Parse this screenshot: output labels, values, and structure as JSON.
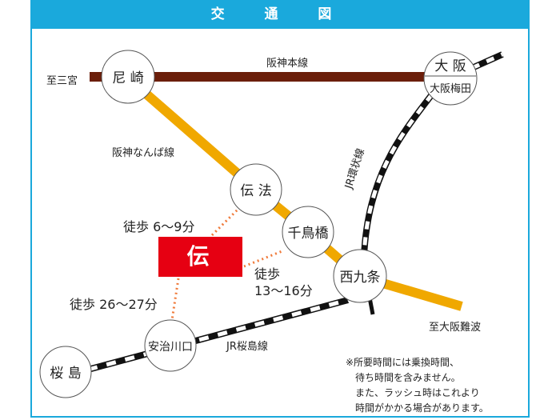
{
  "header": {
    "title": "交 通 図"
  },
  "lines": {
    "hanshin_main": "阪神本線",
    "hanshin_namba": "阪神なんば線",
    "jr_loop": "JR環状線",
    "jr_sakurajima": "JR桜島線"
  },
  "directions": {
    "to_sannomiya": "至三宮",
    "to_osaka_namba": "至大阪難波"
  },
  "stations": {
    "amagasaki": "尼 崎",
    "osaka": "大 阪",
    "osaka_umeda": "大阪梅田",
    "denpo": "伝 法",
    "chidoribashi": "千鳥橋",
    "nishikujo": "西九条",
    "ajikawaguchi": "安治川口",
    "sakurajima": "桜 島"
  },
  "destination": "伝 法",
  "walk_times": {
    "from_denpo": "徒歩 6〜9分",
    "from_chidoribashi_1": "徒歩",
    "from_chidoribashi_2": "13〜16分",
    "from_ajikawaguchi": "徒歩 26〜27分"
  },
  "note": [
    "※所要時間には乗換時間、",
    "　待ち時間を含みません。",
    "　また、ラッシュ時はこれより",
    "　時間がかかる場合があります。"
  ],
  "colors": {
    "header": "#1aa9dc",
    "hanshin_main": "#6b1e0a",
    "hanshin_namba": "#f0a800",
    "destination": "#e60012",
    "walk_path": "#f07a3a"
  }
}
